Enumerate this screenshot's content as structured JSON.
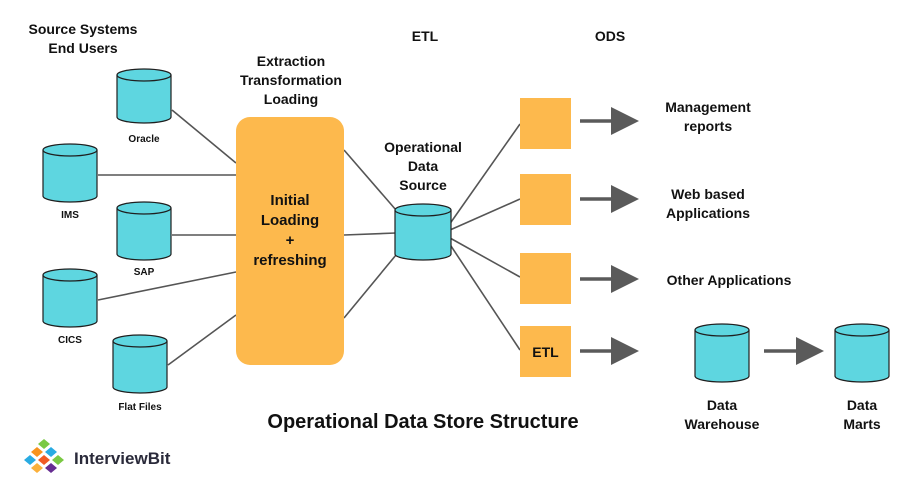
{
  "headers": {
    "source_line1": "Source Systems",
    "source_line2": "End Users",
    "etl": "ETL",
    "ods": "ODS",
    "etl_process_line1": "Extraction",
    "etl_process_line2": "Transformation",
    "etl_process_line3": "Loading"
  },
  "sources": [
    {
      "label": "Oracle"
    },
    {
      "label": "IMS"
    },
    {
      "label": "SAP"
    },
    {
      "label": "CICS"
    },
    {
      "label": "Flat Files"
    }
  ],
  "process": {
    "line1": "Initial",
    "line2": "Loading",
    "line3": "+",
    "line4": "refreshing"
  },
  "ods_source": {
    "line1": "Operational",
    "line2": "Data",
    "line3": "Source"
  },
  "ods_boxes": [
    {
      "label": ""
    },
    {
      "label": ""
    },
    {
      "label": ""
    },
    {
      "label": "ETL"
    }
  ],
  "outputs": [
    {
      "line1": "Management",
      "line2": "reports"
    },
    {
      "line1": "Web based",
      "line2": "Applications"
    },
    {
      "line1": "Other Applications",
      "line2": ""
    }
  ],
  "warehouse": {
    "line1": "Data",
    "line2": "Warehouse"
  },
  "marts": {
    "line1": "Data",
    "line2": "Marts"
  },
  "title": "Operational Data Store Structure",
  "brand": "InterviewBit",
  "colors": {
    "cylinder": "#5ed6e0",
    "cylinder_stroke": "#1f1f1f",
    "orange": "#fdb94d",
    "line": "#555555",
    "arrow": "#5a5a5a"
  }
}
